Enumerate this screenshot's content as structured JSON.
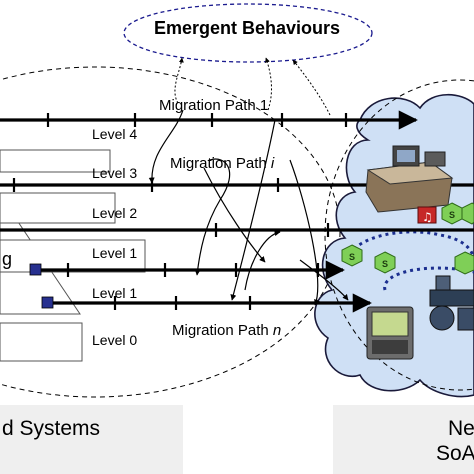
{
  "emergent": {
    "label": "Emergent Behaviours"
  },
  "levels": {
    "l4": "Level 4",
    "l3": "Level 3",
    "l2": "Level 2",
    "l1a": "Level 1",
    "l1b": "Level 1",
    "l0": "Level 0"
  },
  "paths": {
    "p1": {
      "prefix": "Migration Path ",
      "suffix": "1"
    },
    "pi": {
      "prefix": "Migration Path ",
      "suffix": "i"
    },
    "pn": {
      "prefix": "Migration Path ",
      "suffix": "n"
    }
  },
  "left_fragment": "g",
  "bottom": {
    "left": "d Systems",
    "right_line1": "Ne",
    "right_line2": "SoA"
  },
  "service_badge": "S",
  "colors": {
    "ellipse_stroke": "#1b1b8f",
    "cloud_fill": "#cfe0f5",
    "cloud_stroke": "#1a1a3a",
    "service_green": "#7fcf57",
    "bottom_panel": "#efefef"
  }
}
